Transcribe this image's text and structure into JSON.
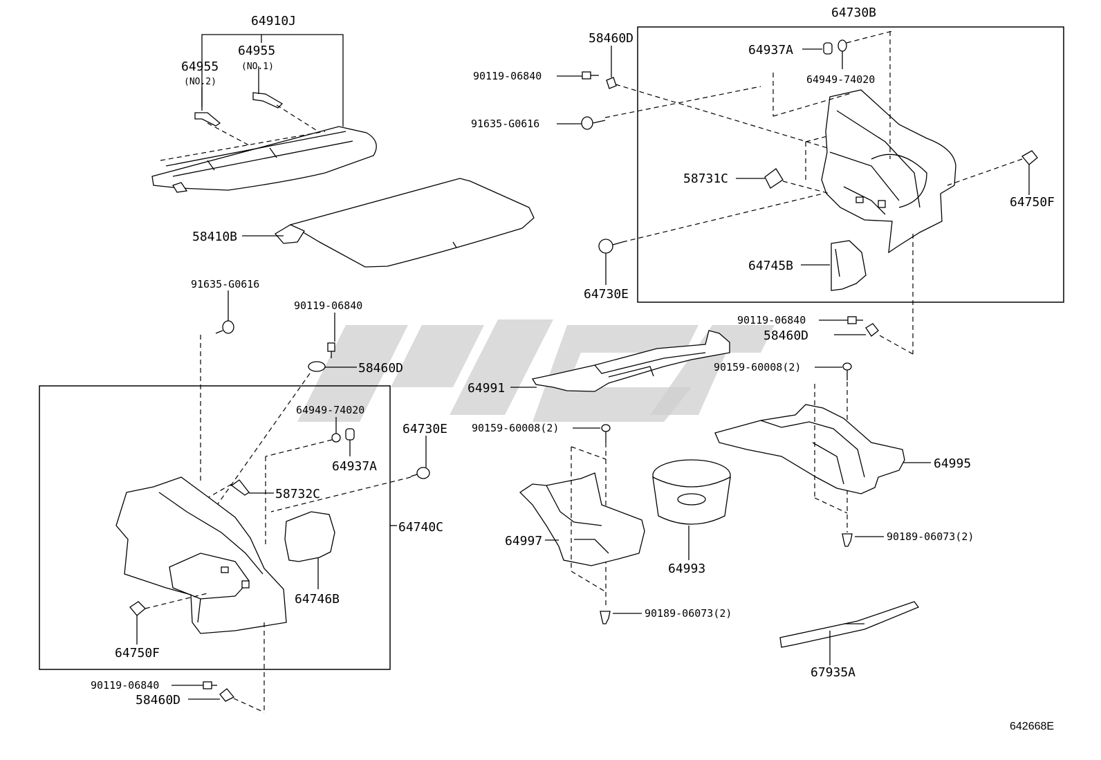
{
  "figure_code": "642668E",
  "labels": {
    "p64910J": "64910J",
    "p64955_no1": "64955",
    "p64955_no1_note": "(NO.1)",
    "p64955_no2": "64955",
    "p64955_no2_note": "(NO.2)",
    "p58410B": "58410B",
    "p91635_top": "91635-G0616",
    "p90119_mid": "90119-06840",
    "p58460D_mid": "58460D",
    "p64949_left": "64949-74020",
    "p64937A_left": "64937A",
    "p58732C": "58732C",
    "p64730E_left": "64730E",
    "p64740C": "64740C",
    "p64746B": "64746B",
    "p64750F_left": "64750F",
    "p90119_bottom": "90119-06840",
    "p58460D_bottom": "58460D",
    "p64730B": "64730B",
    "p58460D_top": "58460D",
    "p90119_top": "90119-06840",
    "p91635_right": "91635-G0616",
    "p64937A_right": "64937A",
    "p64949_right": "64949-74020",
    "p58731C": "58731C",
    "p64750F_right": "64750F",
    "p64745B": "64745B",
    "p64730E_right": "64730E",
    "p90119_right": "90119-06840",
    "p58460D_right": "58460D",
    "p64991": "64991",
    "p90159_right": "90159-60008(2)",
    "p90159_mid": "90159-60008(2)",
    "p64995": "64995",
    "p64997": "64997",
    "p64993": "64993",
    "p90189_right": "90189-06073(2)",
    "p90189_mid": "90189-06073(2)",
    "p67935A": "67935A"
  }
}
